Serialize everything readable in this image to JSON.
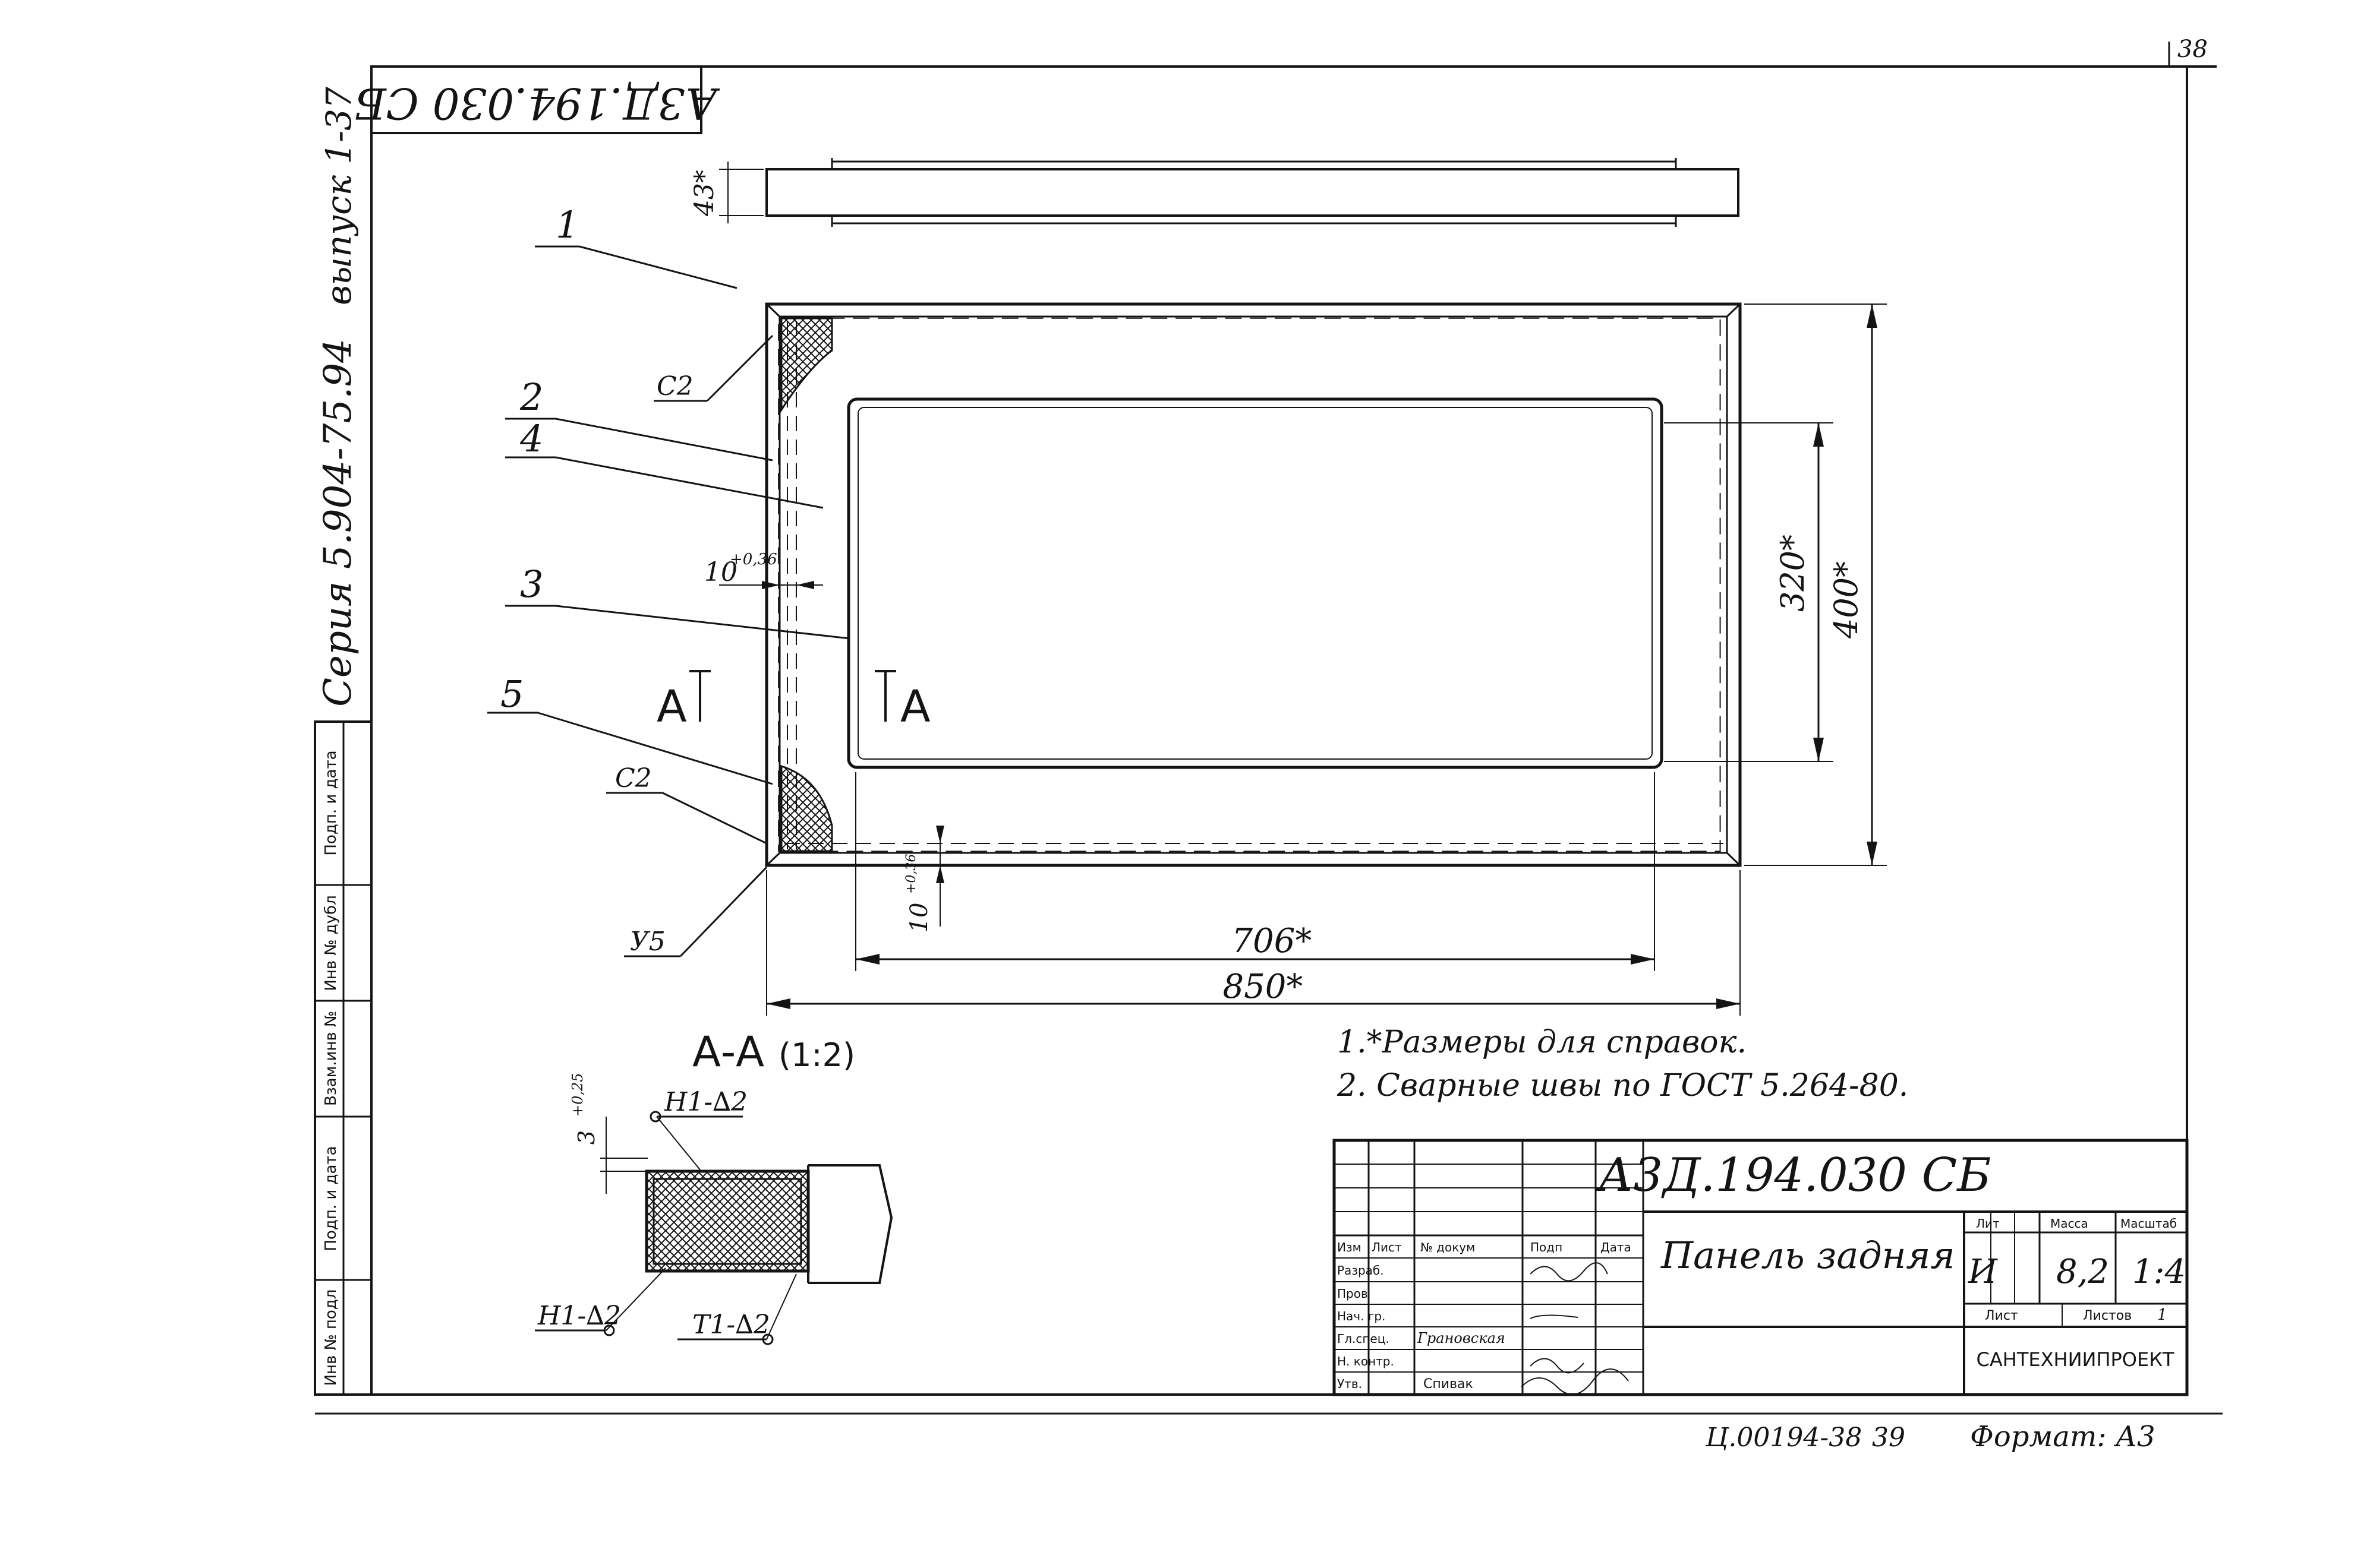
{
  "page": {
    "number": "38"
  },
  "stamps": {
    "doc_code_rotated": "А3Д.194.030 СБ",
    "series": "Серия 5.904-75.94",
    "issue": "выпуск 1-37"
  },
  "side_stamp": {
    "cells": [
      "Подп. и дата",
      "Инв № дубл",
      "Взам.инв №",
      "Подп. и дата",
      "Инв № подл"
    ]
  },
  "drawing": {
    "positions": [
      "1",
      "2",
      "4",
      "3",
      "5"
    ],
    "weld_marks": {
      "c2_top": "С2",
      "c2_bottom": "С2",
      "y5": "У5"
    },
    "section_marks": {
      "left": "А",
      "right": "А"
    },
    "dimensions": {
      "thickness": "43*",
      "width_overall": "850*",
      "width_inner": "706*",
      "height_overall": "400*",
      "height_inner": "320*",
      "gap_side": "10",
      "gap_side_tol": "+0,36",
      "gap_bottom": "10",
      "gap_bottom_tol": "+0,36"
    }
  },
  "section": {
    "title": "А-А",
    "scale": "(1:2)",
    "dim": "3",
    "dim_tol": "+0,25",
    "weld_top": "Н1-∆2",
    "weld_left": "Н1-∆2",
    "weld_right": "Т1-∆2"
  },
  "notes": [
    "1.*Размеры для справок.",
    "2. Сварные швы по ГОСТ 5.264-80."
  ],
  "title_block": {
    "code": "А3Д.194.030 СБ",
    "name": "Панель задняя",
    "headers": {
      "izm": "Изм",
      "list": "Лист",
      "doc_no": "№ докум",
      "sign": "Подп",
      "date": "Дата"
    },
    "roles": [
      "Разраб.",
      "Пров",
      "Нач. гр.",
      "Гл.спец.",
      "Н. контр.",
      "Утв."
    ],
    "names": [
      "",
      "",
      "",
      "Грановская",
      "",
      "Спивак"
    ],
    "lit_label": "Лит",
    "mass_label": "Масса",
    "scale_label": "Масштаб",
    "lit": "И",
    "mass": "8,2",
    "scale": "1:4",
    "sheet_label": "Лист",
    "sheets_label": "Листов",
    "sheets": "1",
    "org": "САНТЕХНИИПРОЕКТ"
  },
  "footer": {
    "archive": "Ц.00194-38",
    "num": "39",
    "format": "Формат: А3"
  }
}
